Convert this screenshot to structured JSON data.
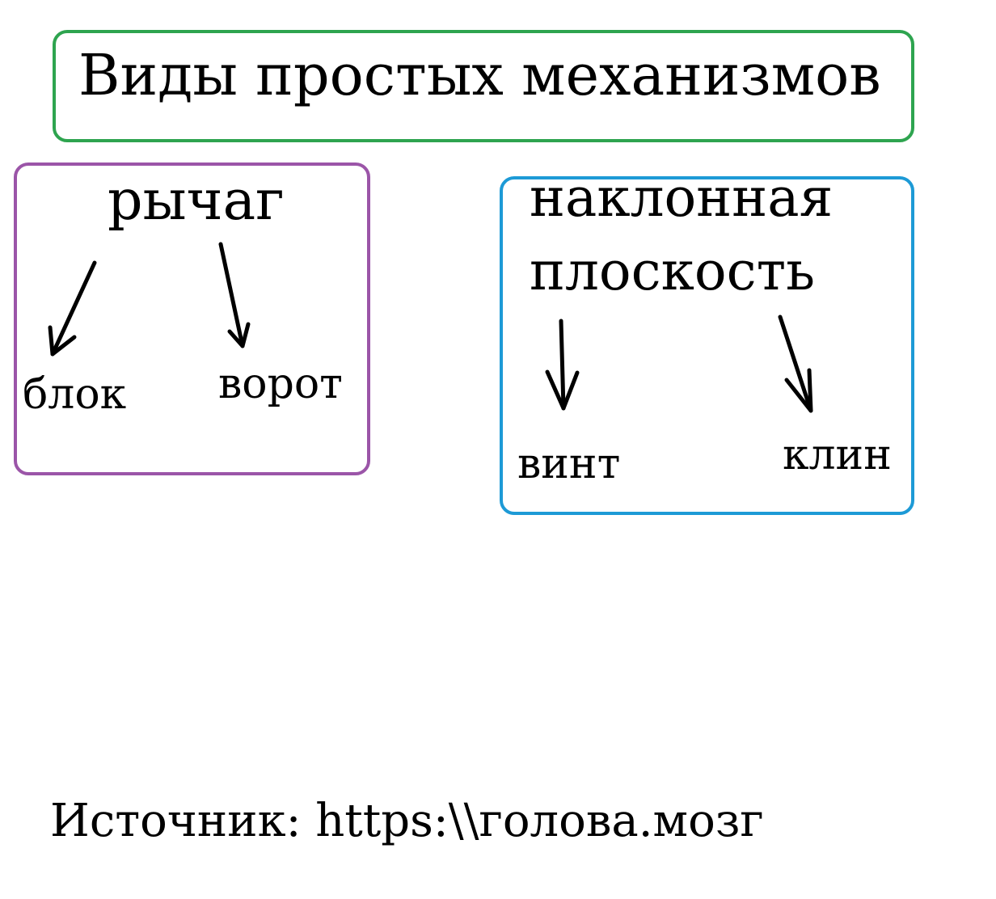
{
  "title": "Виды простых механизмов",
  "groups": [
    {
      "name": "рычаг",
      "children": [
        "блок",
        "ворот"
      ]
    },
    {
      "name_line1": "наклонная",
      "name_line2": "плоскость",
      "children": [
        "винт",
        "клин"
      ]
    }
  ],
  "source": "Источник: https:\\\\голова.мозг",
  "colors": {
    "title_border": "#2ea44f",
    "lever_border": "#9b55a8",
    "plane_border": "#1d9ad6"
  }
}
